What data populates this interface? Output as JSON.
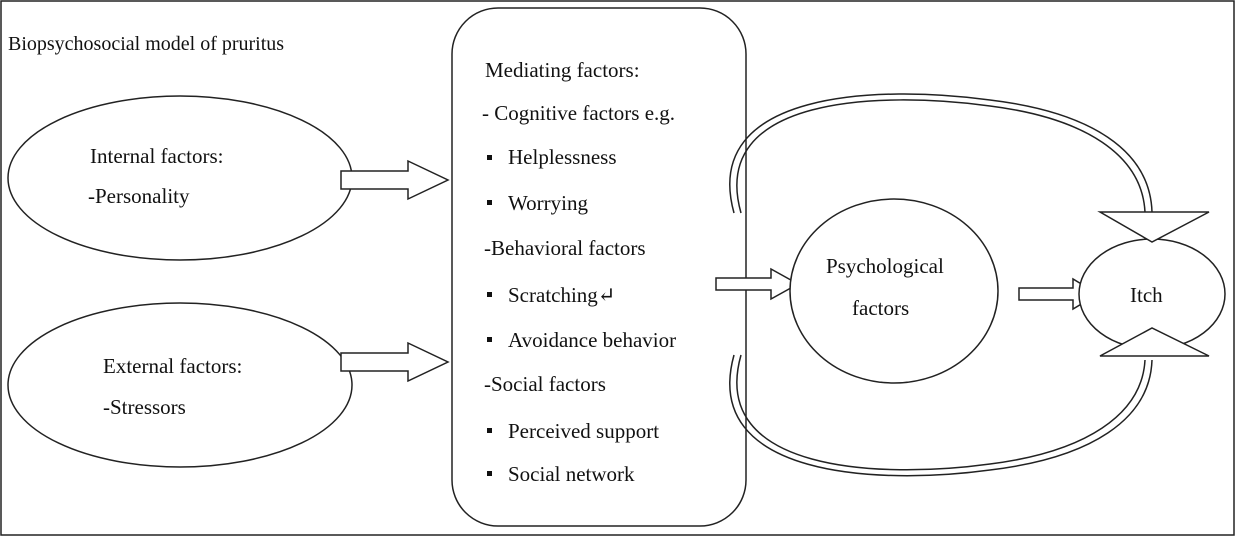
{
  "diagram": {
    "title": "Biopsychosocial model of pruritus",
    "internal": {
      "heading": "Internal factors:",
      "item": "-Personality"
    },
    "external": {
      "heading": "External factors:",
      "item": "-Stressors"
    },
    "mediating": {
      "heading": "Mediating factors:",
      "lines": [
        "- Cognitive factors e.g.",
        "Helplessness",
        "Worrying",
        "-Behavioral factors",
        "Scratching↵",
        "Avoidance behavior",
        "-Social factors",
        "Perceived support",
        "Social network"
      ]
    },
    "psychological": {
      "line1": "Psychological",
      "line2": "factors"
    },
    "itch": "Itch"
  },
  "colors": {
    "stroke": "#222222",
    "text": "#111111",
    "background": "#ffffff"
  }
}
